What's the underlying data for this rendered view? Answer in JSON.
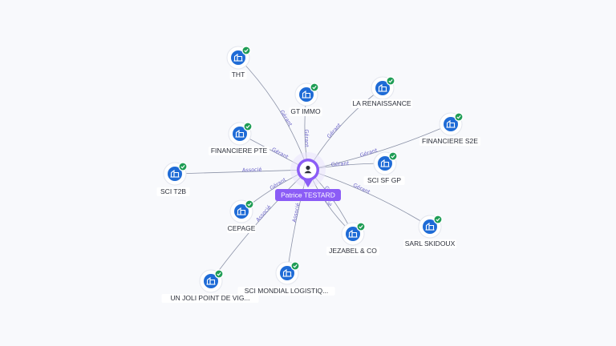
{
  "center": {
    "name": "Patrice TESTARD",
    "icon": "person-icon",
    "color": "#8b5cf6"
  },
  "companies": [
    {
      "id": "tht",
      "name": "THT",
      "icon": "company-building-icon",
      "status": "check-icon"
    },
    {
      "id": "gt-immo",
      "name": "GT IMMO",
      "icon": "company-building-icon",
      "status": "check-icon"
    },
    {
      "id": "la-renaissance",
      "name": "LA RENAISSANCE",
      "icon": "company-building-icon",
      "status": "check-icon"
    },
    {
      "id": "financiere-s2e",
      "name": "FINANCIERE S2E",
      "icon": "company-building-icon",
      "status": "check-icon"
    },
    {
      "id": "financiere-pte",
      "name": "FINANCIERE PTE",
      "icon": "company-building-icon",
      "status": "check-icon"
    },
    {
      "id": "sci-sf-gp",
      "name": "SCI SF GP",
      "icon": "company-building-icon",
      "status": "check-icon"
    },
    {
      "id": "sci-t2b",
      "name": "SCI T2B",
      "icon": "company-building-icon",
      "status": "check-icon"
    },
    {
      "id": "cepage",
      "name": "CEPAGE",
      "icon": "company-building-icon",
      "status": "check-icon"
    },
    {
      "id": "sarl-skidoux",
      "name": "SARL SKIDOUX",
      "icon": "company-building-icon",
      "status": "check-icon"
    },
    {
      "id": "jezabel-co",
      "name": "JEZABEL & CO",
      "icon": "company-building-icon",
      "status": "check-icon"
    },
    {
      "id": "un-joli-point",
      "name": "UN JOLI POINT DE VIG...",
      "icon": "company-building-icon",
      "status": "check-icon"
    },
    {
      "id": "sci-mondial",
      "name": "SCI MONDIAL LOGISTIQ...",
      "icon": "company-building-icon",
      "status": "check-icon"
    }
  ],
  "relations": [
    {
      "target": "tht",
      "label": "Gérant"
    },
    {
      "target": "gt-immo",
      "label": "Gérant"
    },
    {
      "target": "la-renaissance",
      "label": "Gérant"
    },
    {
      "target": "financiere-s2e",
      "label": "Gérant"
    },
    {
      "target": "financiere-pte",
      "label": "Gérant"
    },
    {
      "target": "sci-sf-gp",
      "label": "Gérant"
    },
    {
      "target": "sci-t2b",
      "label": "Associé"
    },
    {
      "target": "cepage",
      "label": "Gérant"
    },
    {
      "target": "sarl-skidoux",
      "label": "Gérant"
    },
    {
      "target": "jezabel-co",
      "label": "Gérant"
    },
    {
      "target": "jezabel-co",
      "label": "Associé"
    },
    {
      "target": "sci-mondial",
      "label": "Associé"
    },
    {
      "target": "un-joli-point",
      "label": "Associé"
    }
  ],
  "colors": {
    "company": "#1e6bd6",
    "active": "#1f9d55",
    "edge_label": "#6b64c8"
  }
}
